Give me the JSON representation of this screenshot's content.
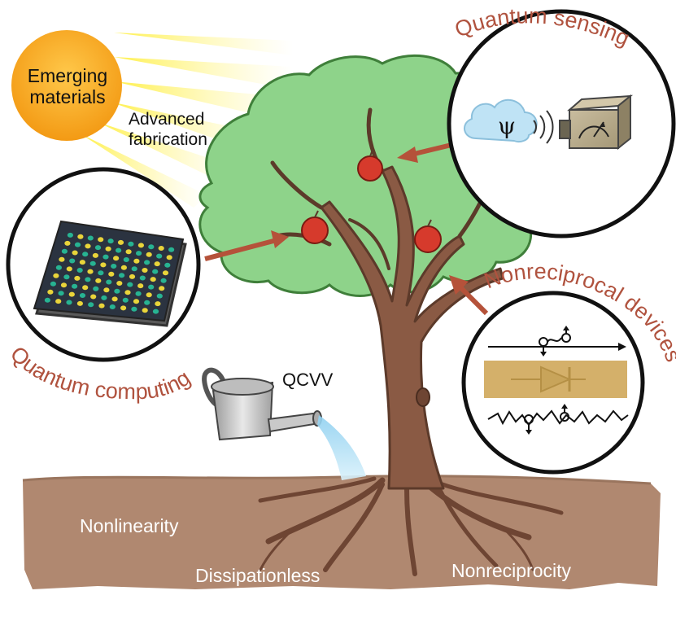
{
  "labels": {
    "sun_line1": "Emerging",
    "sun_line2": "materials",
    "fabrication_line1": "Advanced",
    "fabrication_line2": "fabrication",
    "qcvv": "QCVV",
    "quantum_sensing": "Quantum sensing",
    "quantum_computing": "Quantum computing",
    "nonreciprocal_devices": "Nonreciprocal devices",
    "nonlinearity": "Nonlinearity",
    "dissipationless": "Dissipationless",
    "nonreciprocity": "Nonreciprocity",
    "psi_symbol": "ψ"
  },
  "colors": {
    "sun": "#f7a51c",
    "rays": "#fff176",
    "leaves": "#8ed38a",
    "leaves_dark": "#4a8a45",
    "trunk": "#8a5a44",
    "soil": "#b08870",
    "apple": "#d63a2c",
    "accent_text": "#b0523e",
    "arrow": "#b5523a",
    "chip_dots_green": "#27b392",
    "chip_dots_yellow": "#e9d43a",
    "device_band": "#d4b06a",
    "cloud": "#bfe3f5",
    "detector_box": "#b5a88c"
  },
  "icons": [
    "sun-icon",
    "tree-icon",
    "apple-icon",
    "watering-can-icon",
    "cloud-icon",
    "detector-icon",
    "chip-icon",
    "diode-icon"
  ]
}
